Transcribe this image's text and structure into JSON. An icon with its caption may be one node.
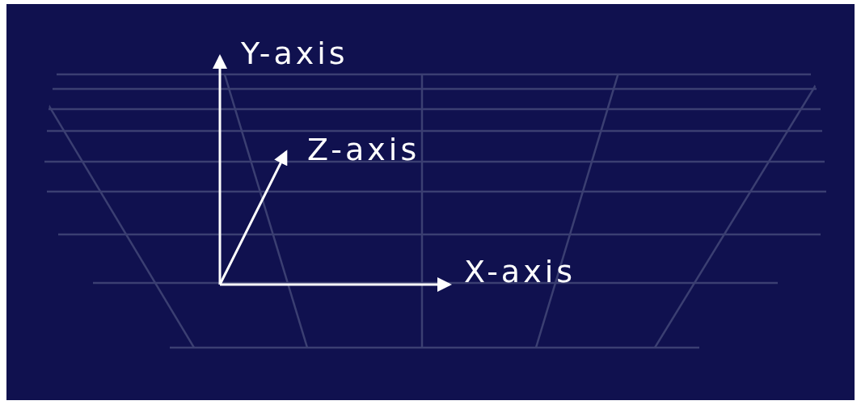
{
  "diagram": {
    "labels": [
      "Y-axis",
      "Z-axis",
      "X-axis"
    ]
  }
}
